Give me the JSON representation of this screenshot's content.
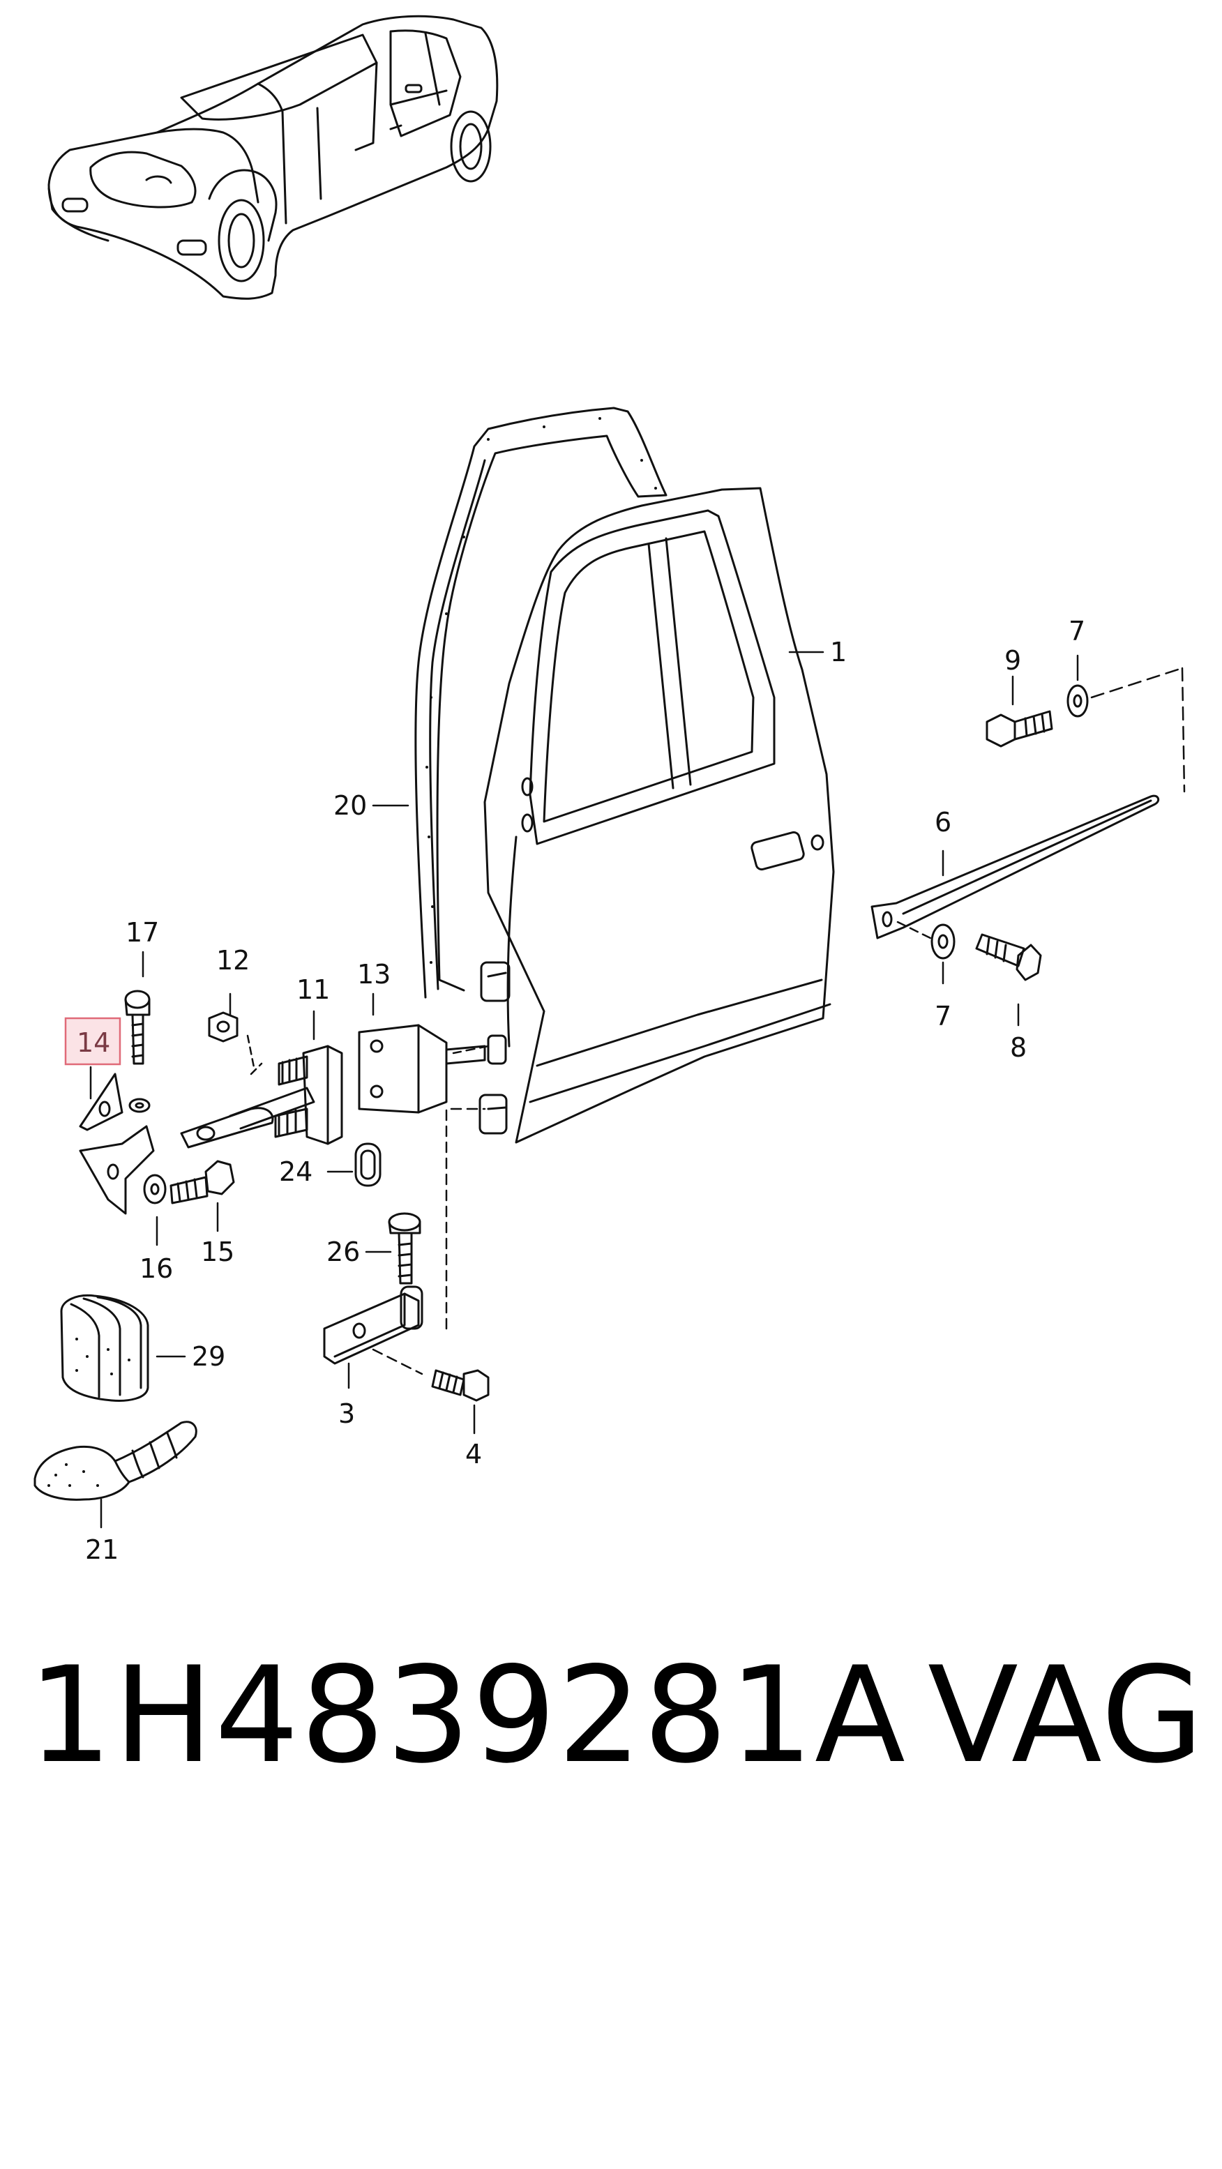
{
  "callouts": {
    "c1": "1",
    "c3": "3",
    "c4": "4",
    "c6": "6",
    "c7a": "7",
    "c7b": "7",
    "c8": "8",
    "c9": "9",
    "c11": "11",
    "c12": "12",
    "c13": "13",
    "c14": "14",
    "c15": "15",
    "c16": "16",
    "c17": "17",
    "c20": "20",
    "c21": "21",
    "c24": "24",
    "c26": "26",
    "c29": "29"
  },
  "highlighted_callout": "14",
  "part_number": "1H4839281A",
  "brand": "VAG",
  "colors": {
    "line": "#111111",
    "highlight_border": "#e06a78",
    "highlight_fill": "#fbe3e6"
  }
}
